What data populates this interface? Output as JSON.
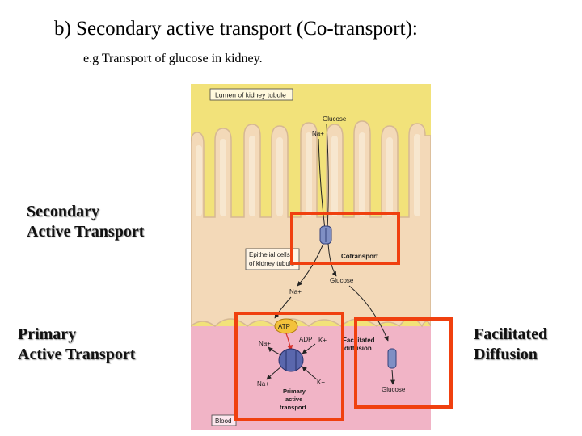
{
  "title": "b) Secondary active transport (Co-transport):",
  "subtitle": "e.g  Transport of glucose in kidney.",
  "labels": {
    "secondary": [
      "Secondary",
      "Active Transport"
    ],
    "primary": [
      "Primary",
      "Active Transport"
    ],
    "facilitated": [
      "Facilitated",
      "Diffusion"
    ]
  },
  "figure": {
    "lumen": "Lumen of kidney tubule",
    "glucose_top": "Glucose",
    "na_top": "Na+",
    "epithelial": [
      "Epithelial cells",
      "of kidney tubule"
    ],
    "cotransport": "Cotransport",
    "glucose_mid": "Glucose",
    "na_mid": "Na+",
    "atp": "ATP",
    "adp": "ADP",
    "na_left": "Na+",
    "k_right": "K+",
    "facilitated_diffusion": [
      "Facilitated",
      "diffusion"
    ],
    "na_bottom": "Na+",
    "k_bottom": "K+",
    "primary_transport": [
      "Primary",
      "active",
      "transport"
    ],
    "glucose_bottom": "Glucose",
    "blood": "Blood"
  },
  "colors": {
    "highlight": "#f0400f",
    "lumen": "#f2e27a",
    "cell": "#f3d9b8",
    "blood": "#f1b4c6"
  }
}
